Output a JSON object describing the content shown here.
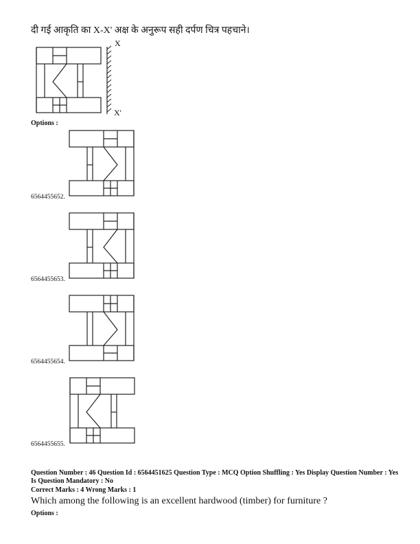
{
  "question45": {
    "text": "दी गई आकृति का X-X' अक्ष के अनुरूप सही दर्पण चित्र पहचाने।",
    "axis_top": "X",
    "axis_bottom": "X'",
    "options_label": "Options :",
    "options": [
      {
        "id": "6564455652."
      },
      {
        "id": "6564455653."
      },
      {
        "id": "6564455654."
      },
      {
        "id": "6564455655."
      }
    ]
  },
  "question46": {
    "meta_line1": "Question Number : 46 Question Id : 6564451625 Question Type : MCQ Option Shuffling : Yes Display Question Number : Yes",
    "meta_line2": "Is Question Mandatory : No",
    "meta_line3": "Correct Marks : 4 Wrong Marks : 1",
    "text": "Which among the following is an excellent hardwood (timber) for furniture ?",
    "options_label": "Options :"
  }
}
